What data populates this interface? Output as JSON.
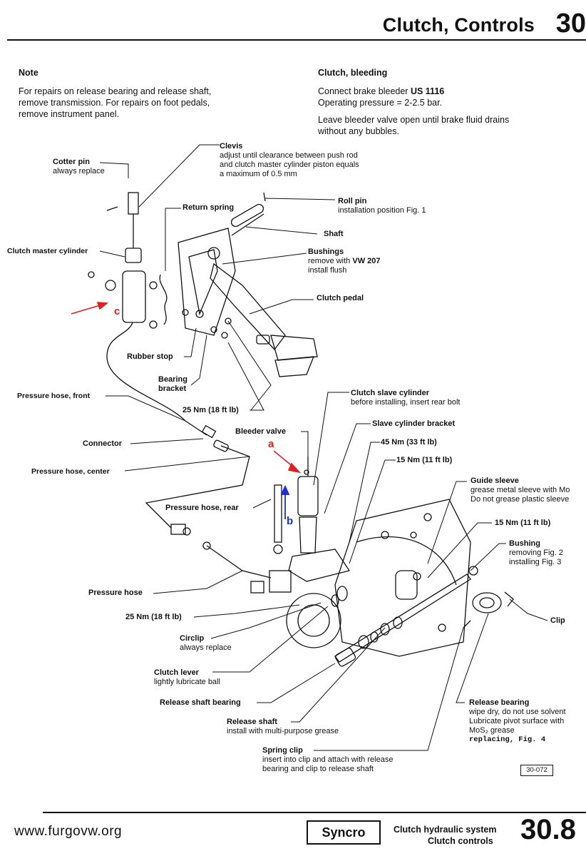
{
  "header": {
    "title": "Clutch, Controls",
    "number": "30"
  },
  "note": {
    "heading": "Note",
    "lines": [
      "For repairs on release bearing and release shaft,",
      "remove transmission. For repairs on foot pedals,",
      "remove instrument panel."
    ]
  },
  "bleeding": {
    "heading": "Clutch, bleeding",
    "line1_prefix": "Connect brake bleeder ",
    "line1_tool": "US 1116",
    "line2": "Operating pressure = 2-2.5 bar.",
    "line3": "Leave bleeder valve open until brake fluid drains",
    "line4": "without any bubbles."
  },
  "labels": {
    "cotter_pin": {
      "name": "Cotter pin",
      "desc": "always replace"
    },
    "clevis": {
      "name": "Clevis",
      "desc1": "adjust until clearance between push rod",
      "desc2": "and clutch master cylinder piston equals",
      "desc3": "a maximum of 0.5 mm"
    },
    "return_spring": {
      "name": "Return spring"
    },
    "roll_pin": {
      "name": "Roll pin",
      "desc": "installation position Fig. 1"
    },
    "shaft": {
      "name": "Shaft"
    },
    "master_cylinder": {
      "name": "Clutch master cylinder"
    },
    "bushings": {
      "name": "Bushings",
      "desc_prefix": "remove with ",
      "desc_tool": "VW 207",
      "desc2": "install flush"
    },
    "clutch_pedal": {
      "name": "Clutch pedal"
    },
    "rubber_stop": {
      "name": "Rubber stop"
    },
    "bearing_bracket": {
      "name1": "Bearing",
      "name2": "bracket"
    },
    "pressure_hose_front": {
      "name": "Pressure hose, front"
    },
    "torque_25a": {
      "name": "25 Nm (18 ft lb)"
    },
    "slave_cylinder": {
      "name": "Clutch slave cylinder",
      "desc": "before installing, insert rear bolt"
    },
    "slave_bracket": {
      "name": "Slave cylinder bracket"
    },
    "bleeder_valve": {
      "name": "Bleeder valve"
    },
    "torque_45": {
      "name": "45 Nm (33 ft lb)"
    },
    "connector": {
      "name": "Connector"
    },
    "torque_15a": {
      "name": "15 Nm (11 ft lb)"
    },
    "pressure_hose_center": {
      "name": "Pressure hose, center"
    },
    "guide_sleeve": {
      "name": "Guide sleeve",
      "desc1": "grease metal sleeve with Mo",
      "desc2": "Do not grease plastic sleeve"
    },
    "pressure_hose_rear": {
      "name": "Pressure hose, rear"
    },
    "torque_15b": {
      "name": "15 Nm (11 ft lb)"
    },
    "bushing": {
      "name": "Bushing",
      "desc1": "removing Fig. 2",
      "desc2": "installing Fig. 3"
    },
    "pressure_hose": {
      "name": "Pressure hose"
    },
    "clip": {
      "name": "Clip"
    },
    "torque_25b": {
      "name": "25 Nm (18 ft lb)"
    },
    "circlip": {
      "name": "Circlip",
      "desc": "always replace"
    },
    "clutch_lever": {
      "name": "Clutch lever",
      "desc": "lightly lubricate ball"
    },
    "release_shaft_bearing": {
      "name": "Release shaft bearing"
    },
    "release_bearing": {
      "name": "Release bearing",
      "desc1": "wipe dry, do not use solvent",
      "desc2": "Lubricate pivot surface with",
      "desc3": "MoS₂ grease",
      "desc4": "replacing, Fig. 4"
    },
    "release_shaft": {
      "name": "Release shaft",
      "desc": "install with multi-purpose grease"
    },
    "spring_clip": {
      "name": "Spring clip",
      "desc1": "insert into clip and attach with release",
      "desc2": "bearing and clip to release shaft"
    }
  },
  "annotations": {
    "a": "a",
    "b": "b",
    "c": "c"
  },
  "figure_ref": "30-072",
  "footer": {
    "site": "www.furgovw.org",
    "model": "Syncro",
    "line1": "Clutch hydraulic system",
    "line2": "Clutch controls",
    "number": "30.8"
  },
  "colors": {
    "annotation_red": "#e02020",
    "annotation_blue": "#1a2fd6"
  }
}
